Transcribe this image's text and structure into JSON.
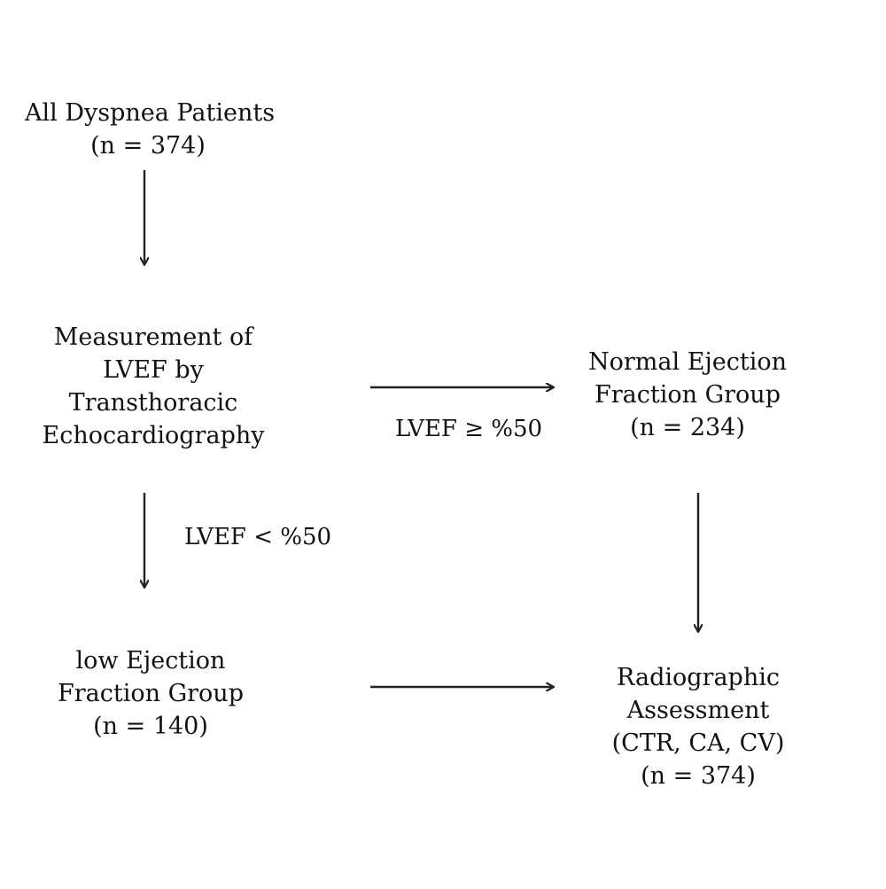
{
  "nodes": {
    "all_patients": {
      "lines": [
        "All Dyspnea Patients",
        "(n = 374)"
      ]
    },
    "measurement": {
      "lines": [
        "Measurement of",
        "LVEF by",
        "Transthoracic",
        "Echocardiography"
      ]
    },
    "normal_ef": {
      "lines": [
        "Normal Ejection",
        "Fraction Group",
        "(n = 234)"
      ]
    },
    "low_ef": {
      "lines": [
        "low Ejection",
        "Fraction Group",
        "(n = 140)"
      ]
    },
    "radiographic": {
      "lines": [
        "Radiographic",
        "Assessment",
        "(CTR, CA, CV)",
        "(n = 374)"
      ]
    }
  },
  "edges": {
    "measurement_to_normal": {
      "label": "LVEF  ≥ %50"
    },
    "measurement_to_low": {
      "label": "LVEF < %50"
    }
  },
  "colors": {
    "text": "#111111",
    "arrow": "#222222",
    "background": "#ffffff"
  }
}
